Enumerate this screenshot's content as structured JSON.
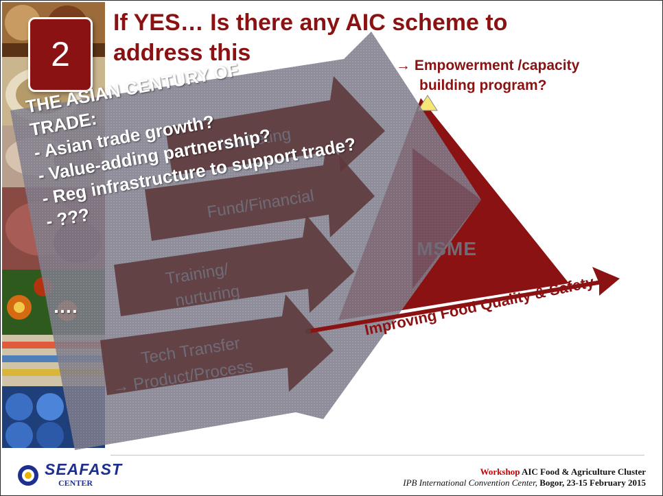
{
  "slide": {
    "number": "2",
    "title_lines": [
      "If YES… Is there any AIC scheme to",
      "address this"
    ],
    "empowerment": {
      "line1": "→ Empowerment /capacity",
      "line2": "building program?"
    },
    "asian_century": {
      "heading1": "THE ASIAN CENTURY OF",
      "heading2": "TRADE:",
      "items": [
        "-  Asian trade growth?",
        "-   Value-adding partnership?",
        "-   Reg infrastructure to support trade?",
        "-    ???"
      ],
      "ellipsis": "…."
    },
    "arrows": {
      "marketing": "Marketing",
      "fund_financial": "Fund/Financial",
      "training_line1": "Training/",
      "training_line2": "nurturing",
      "tech_line1": "Tech Transfer",
      "tech_line2": "→ Product/Process"
    },
    "msme_label": "MSME",
    "quality_label": "Improving Food Quality & Safety"
  },
  "footer": {
    "logo_word": "SEAFAST",
    "logo_sub": "CENTER",
    "workshop_word": "Workshop",
    "event_name": " AIC Food & Agriculture Cluster",
    "venue": "IPB International Convention Center, ",
    "location_date": "Bogor, 23-15 February 2015"
  },
  "colors": {
    "maroon": "#8b1212",
    "arrow_fill": "#5e3a3c",
    "overlay_gray": "#7a7886",
    "logo_blue": "#1d2f8f"
  }
}
